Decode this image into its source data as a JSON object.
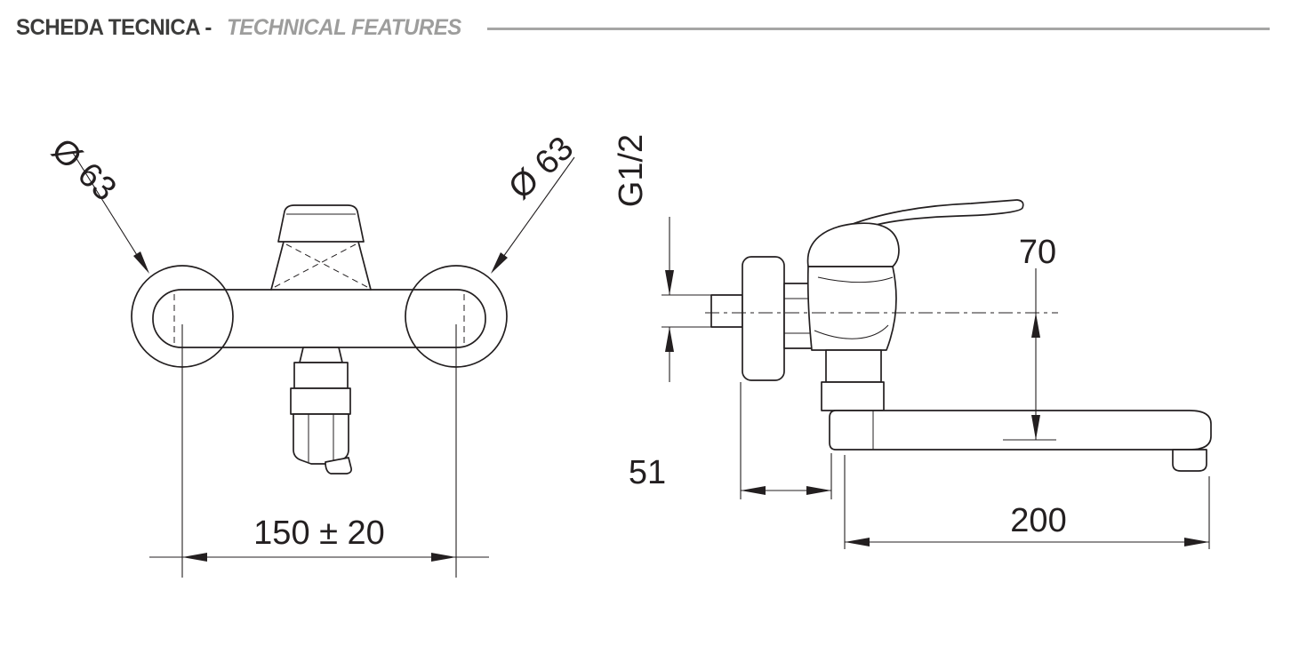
{
  "header": {
    "title_italian": "SCHEDA TECNICA -",
    "title_english": "TECHNICAL FEATURES"
  },
  "front_view": {
    "dim_left_flange": "Ø 63",
    "dim_right_flange": "Ø 63",
    "dim_inlet_distance": "150 ± 20"
  },
  "side_view": {
    "dim_thread_size": "G1/2",
    "dim_wall_depth": "51",
    "dim_spout_height": "70",
    "dim_spout_length": "200"
  },
  "colors": {
    "line_color": "#231f20",
    "header_text": "#3c3c3b",
    "header_accent_gray": "#9d9d9c",
    "background": "#ffffff"
  }
}
